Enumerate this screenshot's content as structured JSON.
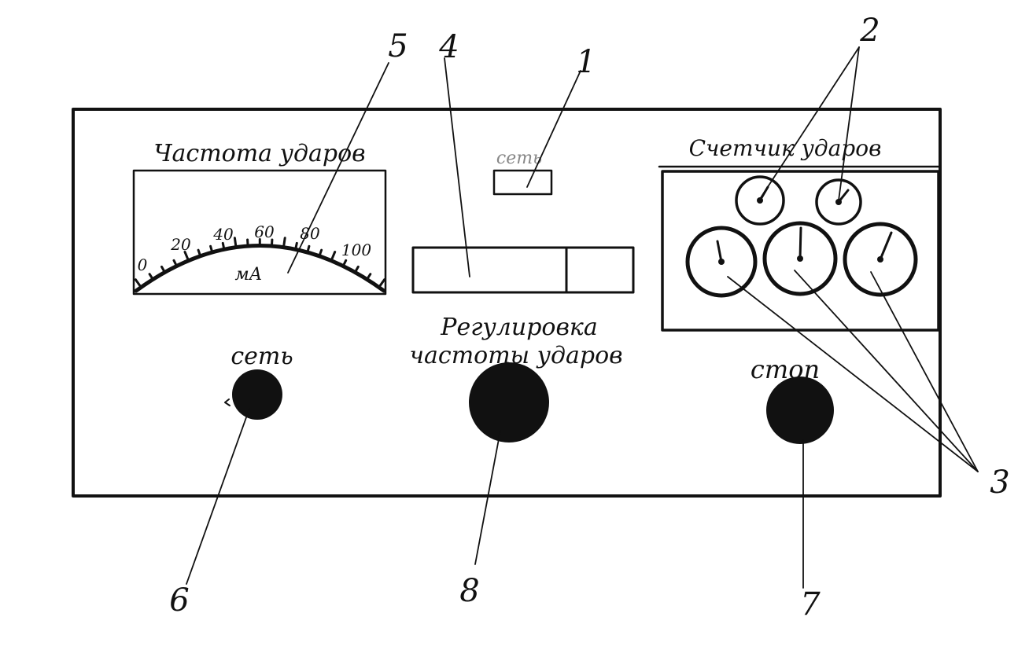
{
  "panel": {
    "frequency_title": "Частота ударов",
    "counter_title": "Счетчик ударов",
    "power_small_label": "сеть",
    "power_knob_label": "сеть",
    "regulation_label_line1": "Регулировка",
    "regulation_label_line2": "частоты ударов",
    "stop_label": "стоп"
  },
  "meter": {
    "unit": "мА",
    "scale_labels": [
      "0",
      "20",
      "40",
      "60",
      "80",
      "100"
    ]
  },
  "callouts": {
    "c1": "1",
    "c2": "2",
    "c3": "3",
    "c4": "4",
    "c5": "5",
    "c6": "6",
    "c7": "7",
    "c8": "8"
  },
  "colors": {
    "ink": "#111111",
    "paper": "#ffffff"
  }
}
